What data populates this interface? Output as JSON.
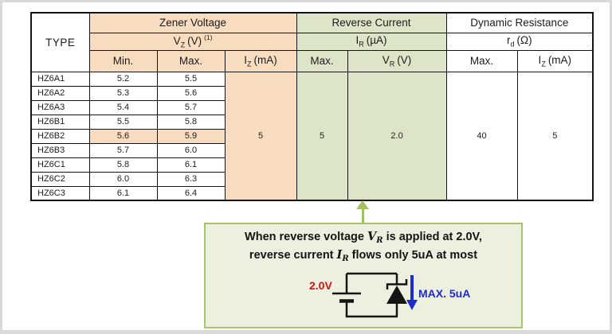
{
  "table": {
    "type_label": "TYPE",
    "groups": {
      "zener": "Zener Voltage",
      "reverse": "Reverse Current",
      "dynamic": "Dynamic Resistance"
    },
    "units": {
      "vz": {
        "base": "V",
        "sub": "Z",
        "rest": "(V)",
        "sup": "(1)"
      },
      "ir": {
        "base": "I",
        "sub": "R",
        "rest": "(µA)"
      },
      "rd": {
        "base": "r",
        "sub": "d",
        "rest": "(Ω)"
      },
      "iz": {
        "base": "I",
        "sub": "Z",
        "rest": "(mA)"
      },
      "vr": {
        "base": "V",
        "sub": "R",
        "rest": "(V)"
      }
    },
    "cols": {
      "min": "Min.",
      "max_vz": "Max.",
      "max_ir": "Max.",
      "max_rd": "Max."
    },
    "rows": [
      {
        "type": "HZ6A1",
        "min": "5.2",
        "max": "5.5",
        "highlight": false
      },
      {
        "type": "HZ6A2",
        "min": "5.3",
        "max": "5.6",
        "highlight": false
      },
      {
        "type": "HZ6A3",
        "min": "5.4",
        "max": "5.7",
        "highlight": false
      },
      {
        "type": "HZ6B1",
        "min": "5.5",
        "max": "5.8",
        "highlight": false
      },
      {
        "type": "HZ6B2",
        "min": "5.6",
        "max": "5.9",
        "highlight": true
      },
      {
        "type": "HZ6B3",
        "min": "5.7",
        "max": "6.0",
        "highlight": false
      },
      {
        "type": "HZ6C1",
        "min": "5.8",
        "max": "6.1",
        "highlight": false
      },
      {
        "type": "HZ6C2",
        "min": "6.0",
        "max": "6.3",
        "highlight": false
      },
      {
        "type": "HZ6C3",
        "min": "6.1",
        "max": "6.4",
        "highlight": false
      }
    ],
    "merged": {
      "iz_ma": "5",
      "ir_max": "5",
      "vr_v": "2.0",
      "rd_max": "40",
      "rd_iz_ma": "5"
    }
  },
  "callout": {
    "line1": {
      "t1": "When reverse voltage ",
      "var": "V",
      "varsub": "R",
      "t2": " is applied at 2.0V,"
    },
    "line2": {
      "t1": "reverse current ",
      "var": "I",
      "varsub": "R",
      "t2": " flows only 5uA at most"
    },
    "circuit": {
      "source_voltage": "2.0V",
      "current_label": "MAX. 5uA"
    }
  },
  "colors": {
    "zener_bg": "#f8dcc0",
    "reverse_bg": "#dde5c9",
    "highlight_bg": "#f8dcc0",
    "callout_bg": "#edf0df",
    "callout_border": "#a6c46a",
    "arrow_green": "#a3c163",
    "label_red": "#dd1111",
    "label_blue": "#1f2ccc",
    "table_border": "#141414"
  }
}
